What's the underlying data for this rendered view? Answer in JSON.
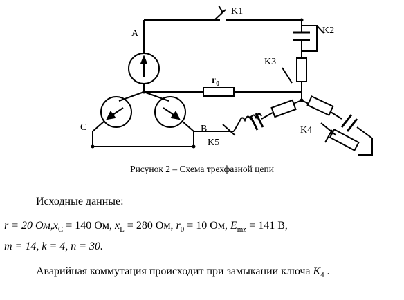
{
  "diagram": {
    "labels": {
      "A": "A",
      "B": "B",
      "C": "C",
      "K1": "K1",
      "K2": "K2",
      "K3": "K3",
      "K4": "K4",
      "K5": "K5",
      "r0_main": "r",
      "r0_sub": "0"
    }
  },
  "caption": "Рисунок 2 – Схема трехфазной цепи",
  "text": {
    "heading": "Исходные данные:",
    "line1": {
      "r": "r = 20 Ом,",
      "xc": "x",
      "xc_sub": "C",
      "xc_val": " = 140 Ом,",
      "xl": " x",
      "xl_sub": "L",
      "xl_val": " = 280 Ом,",
      "r0": " r",
      "r0_sub": "0",
      "r0_val": " = 10 Ом,",
      "em": " E",
      "em_sub": "mz",
      "em_val": " = 141 В,"
    },
    "line2": "m = 14, k = 4, n = 30.",
    "footer_prefix": "Аварийная коммутация происходит при замыкании ключа ",
    "footer_key": "K",
    "footer_key_sub": "4",
    "footer_suffix": " ."
  }
}
